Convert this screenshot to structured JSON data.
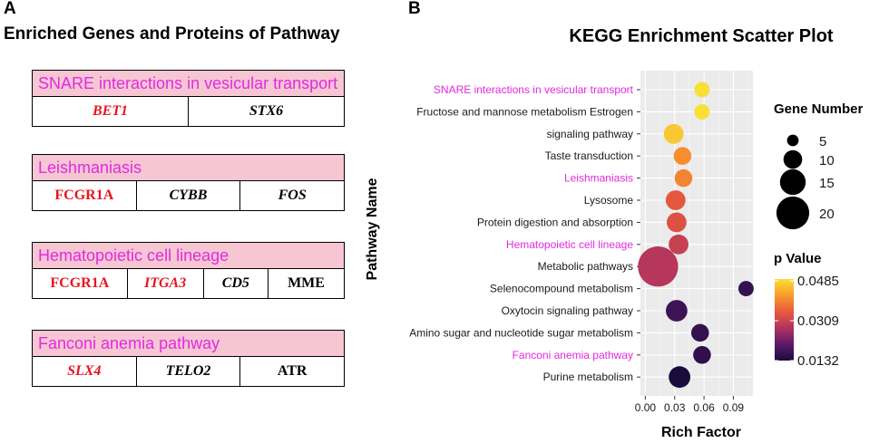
{
  "panel_a": {
    "letter": "A",
    "title": "Enriched Genes and Proteins of Pathway",
    "pathways": [
      {
        "name": "SNARE interactions in vesicular transport",
        "genes": [
          {
            "text": "BET1",
            "color": "#e8141e",
            "italic": true
          },
          {
            "text": "STX6",
            "color": "#000000",
            "italic": true
          }
        ]
      },
      {
        "name": "Leishmaniasis",
        "genes": [
          {
            "text": "FCGR1A",
            "color": "#e8141e",
            "italic": false
          },
          {
            "text": "CYBB",
            "color": "#000000",
            "italic": true
          },
          {
            "text": "FOS",
            "color": "#000000",
            "italic": true
          }
        ]
      },
      {
        "name": "Hematopoietic cell lineage",
        "genes": [
          {
            "text": "FCGR1A",
            "color": "#e8141e",
            "italic": false
          },
          {
            "text": "ITGA3",
            "color": "#e8141e",
            "italic": true
          },
          {
            "text": "CD5",
            "color": "#000000",
            "italic": true
          },
          {
            "text": "MME",
            "color": "#000000",
            "italic": false
          }
        ]
      },
      {
        "name": "Fanconi anemia pathway",
        "genes": [
          {
            "text": "SLX4",
            "color": "#e8141e",
            "italic": true
          },
          {
            "text": "TELO2",
            "color": "#000000",
            "italic": true
          },
          {
            "text": "ATR",
            "color": "#000000",
            "italic": false
          }
        ]
      }
    ]
  },
  "panel_b": {
    "letter": "B"
  },
  "chart_data": {
    "type": "scatter",
    "title": "KEGG Enrichment Scatter Plot",
    "xlabel": "Rich Factor",
    "ylabel": "Pathway Name",
    "xlim": [
      -0.005,
      0.11
    ],
    "xticks": [
      0.0,
      0.03,
      0.06,
      0.09
    ],
    "xtick_labels": [
      "0.00",
      "0.03",
      "0.06",
      "0.09"
    ],
    "grid": true,
    "background": "#ebebeb",
    "highlight_color": "#e22ae0",
    "points": [
      {
        "pathway": "SNARE interactions in vesicular transport",
        "x": 0.058,
        "gene_number": 2,
        "p_value": 0.0485,
        "highlight": true
      },
      {
        "pathway": "Fructose and mannose metabolism Estrogen",
        "x": 0.058,
        "gene_number": 2,
        "p_value": 0.0485,
        "highlight": false
      },
      {
        "pathway": "signaling pathway",
        "x": 0.029,
        "gene_number": 4,
        "p_value": 0.046,
        "highlight": false
      },
      {
        "pathway": "Taste transduction",
        "x": 0.038,
        "gene_number": 3,
        "p_value": 0.04,
        "highlight": false
      },
      {
        "pathway": "Leishmaniasis",
        "x": 0.039,
        "gene_number": 3,
        "p_value": 0.039,
        "highlight": true
      },
      {
        "pathway": "Lysosome",
        "x": 0.031,
        "gene_number": 4,
        "p_value": 0.034,
        "highlight": false
      },
      {
        "pathway": "Protein digestion and absorption",
        "x": 0.032,
        "gene_number": 4,
        "p_value": 0.033,
        "highlight": false
      },
      {
        "pathway": "Hematopoietic cell lineage",
        "x": 0.034,
        "gene_number": 4,
        "p_value": 0.03,
        "highlight": true
      },
      {
        "pathway": "Metabolic pathways",
        "x": 0.013,
        "gene_number": 22,
        "p_value": 0.028,
        "highlight": false
      },
      {
        "pathway": "Selenocompound metabolism",
        "x": 0.103,
        "gene_number": 2,
        "p_value": 0.016,
        "highlight": false
      },
      {
        "pathway": "Oxytocin signaling pathway",
        "x": 0.032,
        "gene_number": 5,
        "p_value": 0.017,
        "highlight": false
      },
      {
        "pathway": "Amino sugar and nucleotide sugar metabolism",
        "x": 0.056,
        "gene_number": 3,
        "p_value": 0.016,
        "highlight": false
      },
      {
        "pathway": "Fanconi anemia pathway",
        "x": 0.058,
        "gene_number": 3,
        "p_value": 0.0155,
        "highlight": true
      },
      {
        "pathway": "Purine metabolism",
        "x": 0.035,
        "gene_number": 5,
        "p_value": 0.0132,
        "highlight": false
      }
    ],
    "legend_size": {
      "title": "Gene Number",
      "values": [
        5,
        10,
        15,
        20
      ]
    },
    "legend_color": {
      "title": "p Value",
      "min": 0.0132,
      "max": 0.0485,
      "labels": [
        "0.0485",
        "0.0309",
        "0.0132"
      ],
      "colors": [
        "#1a0b3d",
        "#5c1a6b",
        "#b2325f",
        "#e8593c",
        "#f99b2d",
        "#f9df36"
      ]
    }
  }
}
